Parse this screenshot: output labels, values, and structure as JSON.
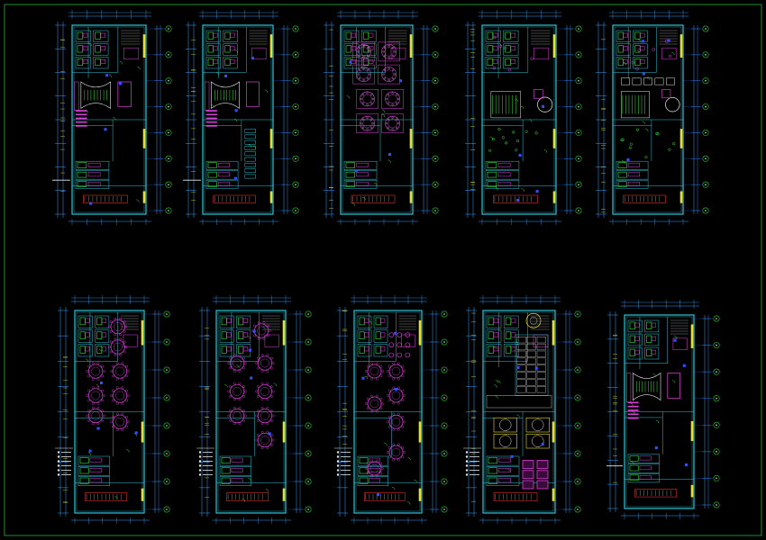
{
  "drawing": {
    "background": "#000000",
    "frame_color": "#1f8f2a",
    "colors": {
      "wall": "#2ec4d8",
      "furniture": "#e040e0",
      "green": "#38e838",
      "yellow": "#e8e030",
      "white": "#e8e8e8",
      "red": "#e03030",
      "blue": "#3050ff",
      "grid": "#2a6cff",
      "dim": "#3aa0ff",
      "axis_bubble": "#22d022"
    },
    "sheets": [
      {
        "id": "plan-1",
        "row": "top",
        "theme": "original-layout",
        "has_legend": false
      },
      {
        "id": "plan-2",
        "row": "top",
        "theme": "original-layout-b",
        "has_legend": false
      },
      {
        "id": "plan-3",
        "row": "top",
        "theme": "ceiling",
        "has_legend": false
      },
      {
        "id": "plan-4",
        "row": "top",
        "theme": "lighting",
        "has_legend": false
      },
      {
        "id": "plan-5",
        "row": "top",
        "theme": "lighting-b",
        "has_legend": false
      },
      {
        "id": "plan-6",
        "row": "bottom",
        "theme": "furniture-round",
        "has_legend": true
      },
      {
        "id": "plan-7",
        "row": "bottom",
        "theme": "furniture-round-b",
        "has_legend": true
      },
      {
        "id": "plan-8",
        "row": "bottom",
        "theme": "furniture-round-c",
        "has_legend": true
      },
      {
        "id": "plan-9",
        "row": "bottom",
        "theme": "ceiling-detail",
        "has_legend": true
      },
      {
        "id": "plan-10",
        "row": "bottom",
        "theme": "original-layout-c",
        "has_legend": false
      }
    ],
    "axis_count": 8
  }
}
